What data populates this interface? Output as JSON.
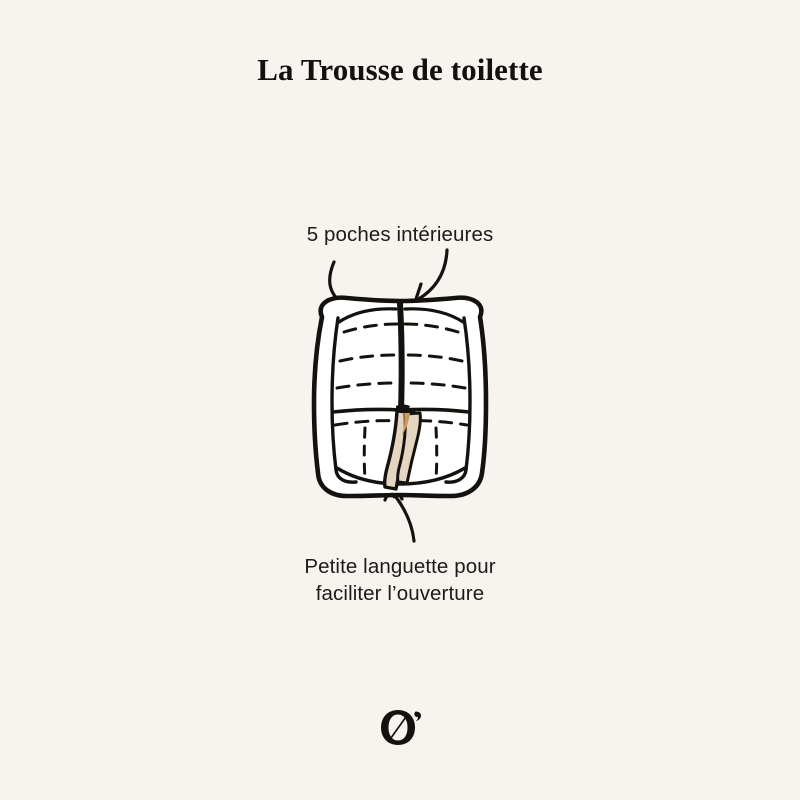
{
  "page": {
    "background_color": "#f7f4ef",
    "ink_color": "#14120f",
    "leather_color": "#e4d6c0",
    "leather_shadow_color": "#c89a5e"
  },
  "header": {
    "title": "La Trousse de toilette"
  },
  "annotations": {
    "top": {
      "label": "5 poches intérieures",
      "arrows": [
        "arrow-left-to-pocket",
        "arrow-right-to-pocket"
      ]
    },
    "bottom": {
      "line1": "Petite languette pour",
      "line2": "faciliter l’ouverture",
      "arrows": [
        "arrow-up-to-tab"
      ]
    }
  },
  "illustration": {
    "name": "open-toiletry-bag",
    "parts": [
      "bag-outline",
      "bag-gusset-left",
      "bag-gusset-right",
      "center-spine",
      "pocket-seam-upper",
      "pocket-dashed-lines",
      "pocket-divider-vertical",
      "pull-tab"
    ]
  },
  "footer": {
    "logo_name": "brand-o-monogram",
    "logo_letter": "O"
  }
}
